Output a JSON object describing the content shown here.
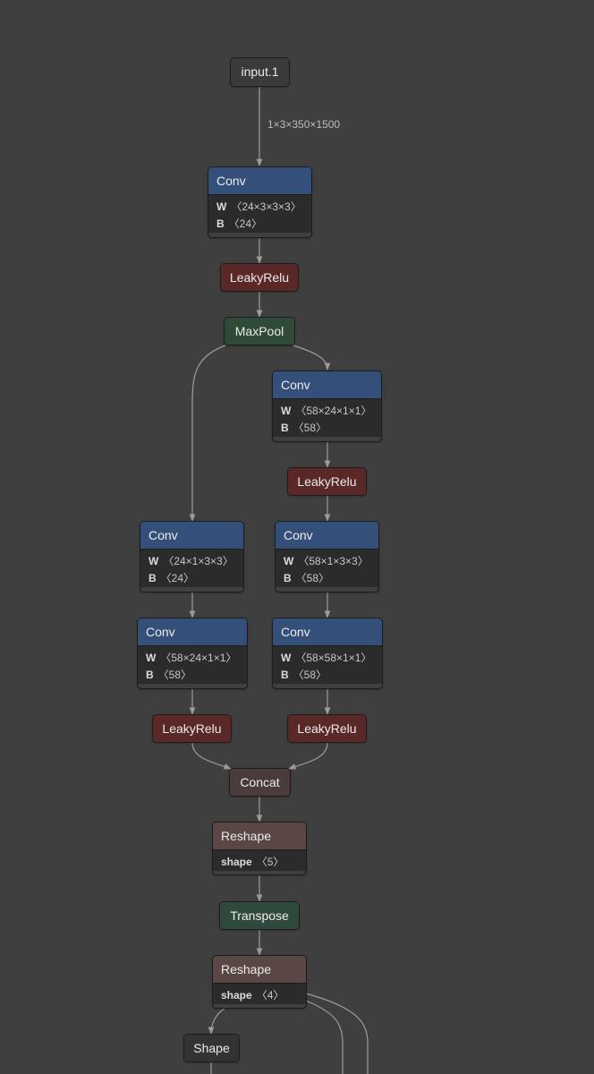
{
  "colors": {
    "background": "#3f3f3f",
    "edge": "#9c9c9c",
    "conv_header": "#34507a",
    "activation_header": "#5a2826",
    "pool_header": "#2f4a36",
    "reshape_header": "#5a4642",
    "concat_header": "#4a3c3a",
    "transpose_header": "#2f4a3c",
    "node_body": "#2b2b2b"
  },
  "edge_labels": {
    "input_to_conv": "1×3×350×1500"
  },
  "nodes": {
    "input": {
      "label": "input.1"
    },
    "conv1": {
      "label": "Conv",
      "w": "〈24×3×3×3〉",
      "b": "〈24〉"
    },
    "leaky1": {
      "label": "LeakyRelu"
    },
    "maxpool": {
      "label": "MaxPool"
    },
    "conv_r1": {
      "label": "Conv",
      "w": "〈58×24×1×1〉",
      "b": "〈58〉"
    },
    "leaky_r1": {
      "label": "LeakyRelu"
    },
    "conv_l1": {
      "label": "Conv",
      "w": "〈24×1×3×3〉",
      "b": "〈24〉"
    },
    "conv_r2": {
      "label": "Conv",
      "w": "〈58×1×3×3〉",
      "b": "〈58〉"
    },
    "conv_l2": {
      "label": "Conv",
      "w": "〈58×24×1×1〉",
      "b": "〈58〉"
    },
    "conv_r3": {
      "label": "Conv",
      "w": "〈58×58×1×1〉",
      "b": "〈58〉"
    },
    "leaky_l": {
      "label": "LeakyRelu"
    },
    "leaky_r2": {
      "label": "LeakyRelu"
    },
    "concat": {
      "label": "Concat"
    },
    "reshape1": {
      "label": "Reshape",
      "shape": "〈5〉"
    },
    "transpose": {
      "label": "Transpose"
    },
    "reshape2": {
      "label": "Reshape",
      "shape": "〈4〉"
    },
    "shape": {
      "label": "Shape"
    }
  },
  "attr_labels": {
    "w": "W",
    "b": "B",
    "shape": "shape"
  }
}
